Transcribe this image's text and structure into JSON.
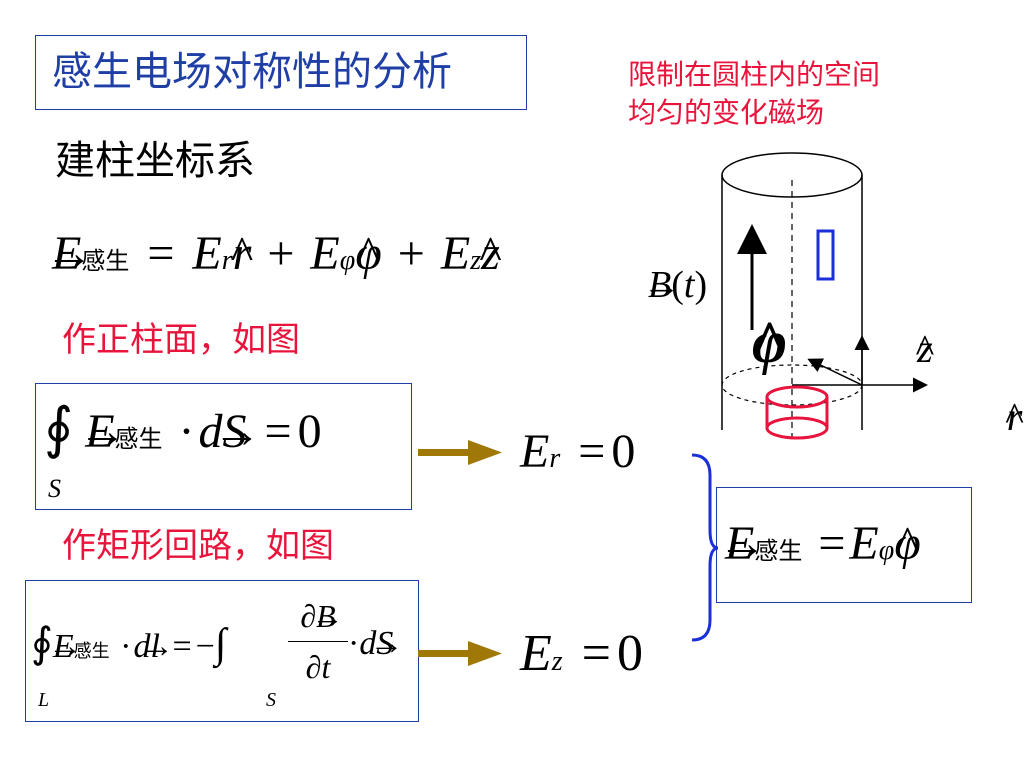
{
  "slide": {
    "title": "感生电场对称性的分析",
    "note_line1": "限制在圆柱内的空间",
    "note_line2": "均匀的变化磁场",
    "step1": "建柱坐标系",
    "step2": "作正柱面，如图",
    "step3": "作矩形回路，如图"
  },
  "equations": {
    "E": "E",
    "r": "r",
    "z": "z",
    "phi": "φ",
    "S": "S",
    "L": "L",
    "B": "B",
    "t": "t",
    "d": "d",
    "l": "l",
    "induced": "感生",
    "zero": "0",
    "eq": "=",
    "plus": "+",
    "minus": "−",
    "dot": "·",
    "oint": "∮",
    "int": "∫",
    "partial": "∂",
    "lparen": "(",
    "rparen": ")"
  },
  "colors": {
    "title_border": "#1f3fa6",
    "note_red": "#e8143c",
    "arrow_gold": "#a07808",
    "brace_blue": "#1a2fd8",
    "coil_red": "#e8143c",
    "rect_blue": "#1a2fd8"
  }
}
